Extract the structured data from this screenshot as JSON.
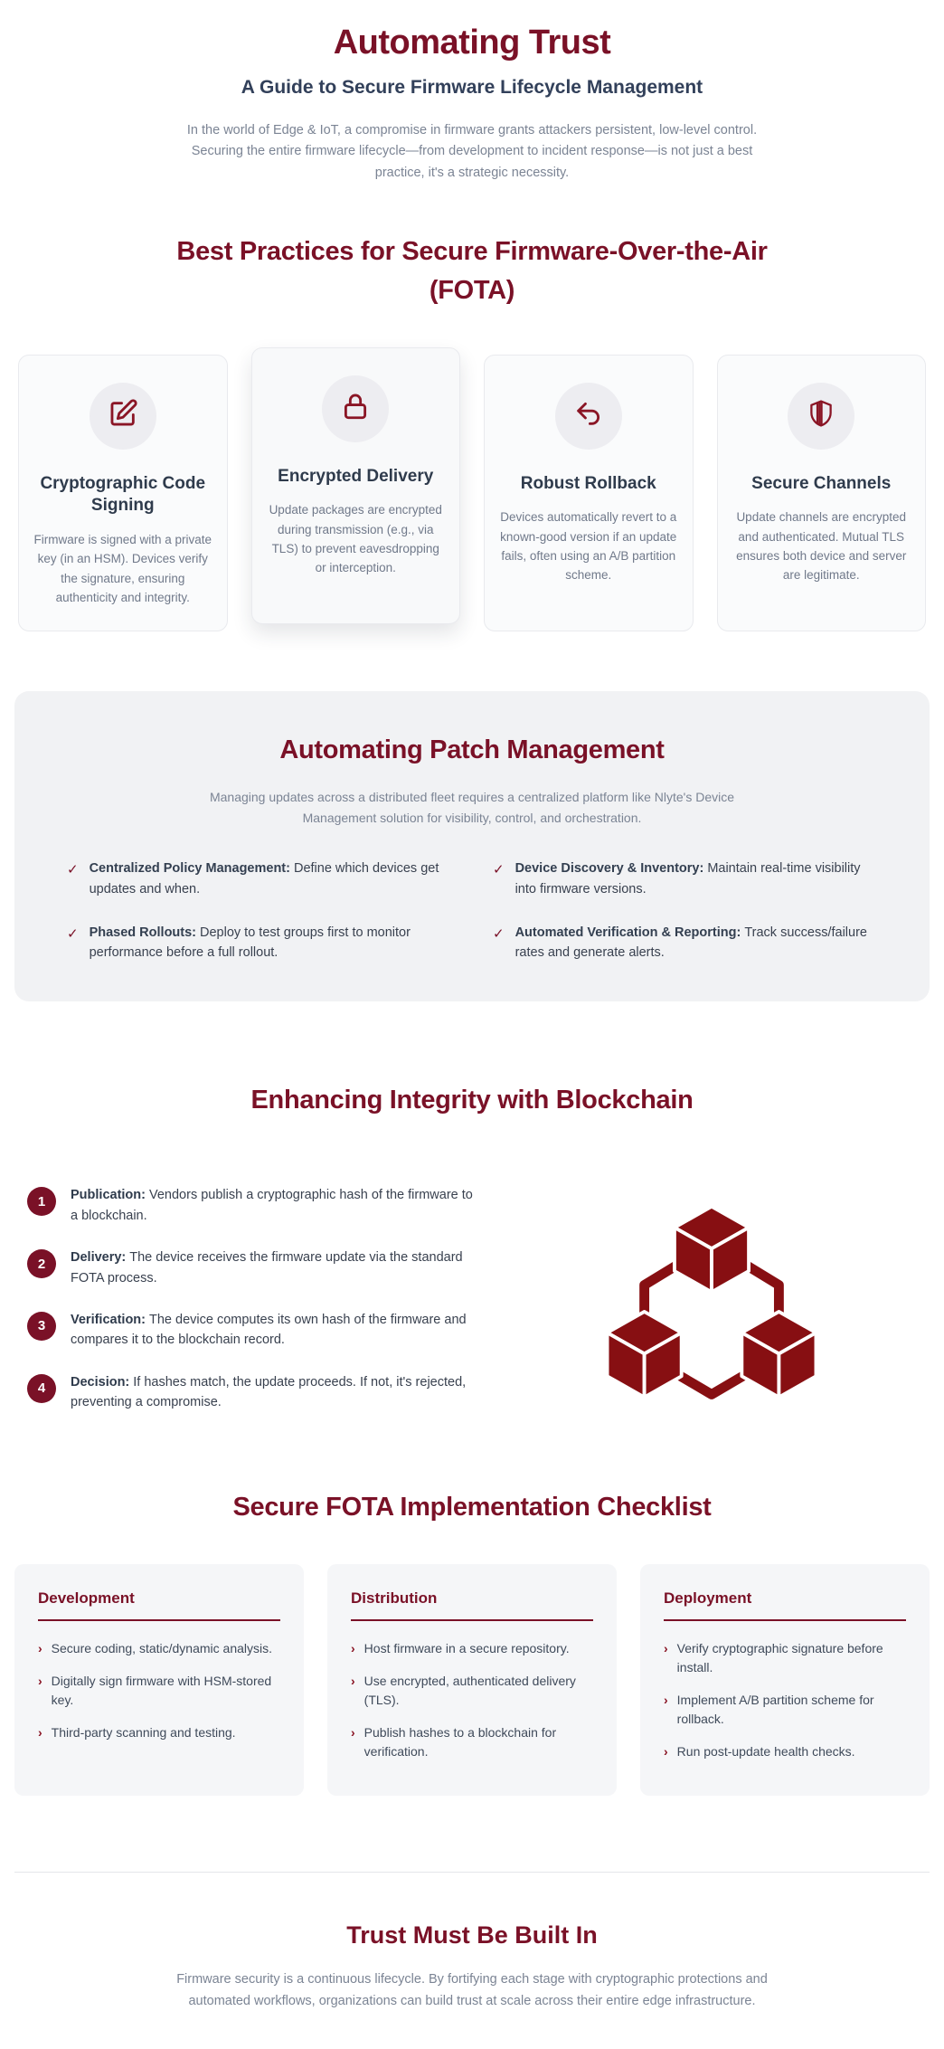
{
  "colors": {
    "accent_maroon": "#7a1127",
    "cube_red": "#870f12",
    "heading_slate": "#2f3b4c",
    "body_gray": "#7b8494",
    "panel_gray": "#f1f2f4",
    "card_bg": "#fafbfc"
  },
  "hero": {
    "title": "Automating Trust",
    "subtitle": "A Guide to Secure Firmware Lifecycle Management",
    "intro": "In the world of Edge & IoT, a compromise in firmware grants attackers persistent, low-level control. Securing the entire firmware lifecycle—from development to incident response—is not just a best practice, it's a strategic necessity."
  },
  "fota": {
    "heading": "Best Practices for Secure Firmware-Over-the-Air (FOTA)",
    "cards": [
      {
        "icon": "edit-pencil-icon",
        "title": "Cryptographic Code Signing",
        "text": "Firmware is signed with a private key (in an HSM). Devices verify the signature, ensuring authenticity and integrity."
      },
      {
        "icon": "lock-icon",
        "title": "Encrypted Delivery",
        "text": "Update packages are encrypted during transmission (e.g., via TLS) to prevent eavesdropping or interception."
      },
      {
        "icon": "undo-arrow-icon",
        "title": "Robust Rollback",
        "text": "Devices automatically revert to a known-good version if an update fails, often using an A/B partition scheme."
      },
      {
        "icon": "shield-icon",
        "title": "Secure Channels",
        "text": "Update channels are encrypted and authenticated. Mutual TLS ensures both device and server are legitimate."
      }
    ]
  },
  "patch": {
    "heading": "Automating Patch Management",
    "subtext": "Managing updates across a distributed fleet requires a centralized platform like Nlyte's Device Management solution for visibility, control, and orchestration.",
    "check_glyph": "✓",
    "items": [
      {
        "label": "Centralized Policy Management:",
        "text": "Define which devices get updates and when."
      },
      {
        "label": "Phased Rollouts:",
        "text": "Deploy to test groups first to monitor performance before a full rollout."
      },
      {
        "label": "Device Discovery & Inventory:",
        "text": "Maintain real-time visibility into firmware versions."
      },
      {
        "label": "Automated Verification & Reporting:",
        "text": "Track success/failure rates and generate alerts."
      }
    ]
  },
  "blockchain": {
    "heading": "Enhancing Integrity with Blockchain",
    "graphic": "blockchain-cubes-icon",
    "steps": [
      {
        "num": "1",
        "label": "Publication:",
        "text": "Vendors publish a cryptographic hash of the firmware to a blockchain."
      },
      {
        "num": "2",
        "label": "Delivery:",
        "text": "The device receives the firmware update via the standard FOTA process."
      },
      {
        "num": "3",
        "label": "Verification:",
        "text": "The device computes its own hash of the firmware and compares it to the blockchain record."
      },
      {
        "num": "4",
        "label": "Decision:",
        "text": "If hashes match, the update proceeds. If not, it's rejected, preventing a compromise."
      }
    ]
  },
  "checklist": {
    "heading": "Secure FOTA Implementation Checklist",
    "bullet_glyph": "›",
    "columns": [
      {
        "title": "Development",
        "items": [
          "Secure coding, static/dynamic analysis.",
          "Digitally sign firmware with HSM-stored key.",
          "Third-party scanning and testing."
        ]
      },
      {
        "title": "Distribution",
        "items": [
          "Host firmware in a secure repository.",
          "Use encrypted, authenticated delivery (TLS).",
          "Publish hashes to a blockchain for verification."
        ]
      },
      {
        "title": "Deployment",
        "items": [
          "Verify cryptographic signature before install.",
          "Implement A/B partition scheme for rollback.",
          "Run post-update health checks."
        ]
      }
    ]
  },
  "footer": {
    "heading": "Trust Must Be Built In",
    "text": "Firmware security is a continuous lifecycle. By fortifying each stage with cryptographic protections and automated workflows, organizations can build trust at scale across their entire edge infrastructure."
  }
}
